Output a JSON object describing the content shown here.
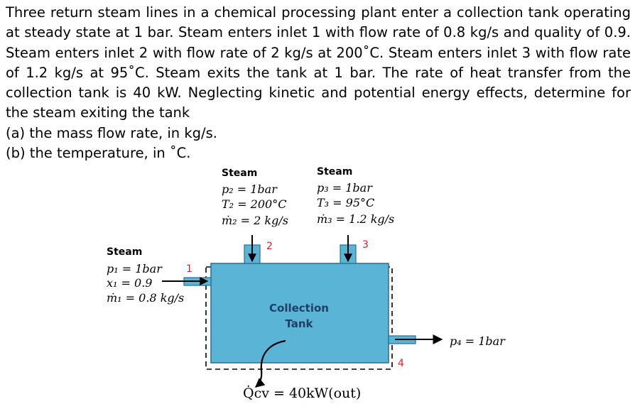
{
  "problem": {
    "statement": "Three return steam lines in a chemical processing plant enter a collection tank operating at steady state at 1 bar. Steam enters inlet 1 with flow rate of 0.8 kg/s and quality of 0.9. Steam enters inlet 2 with flow rate of 2 kg/s at 200˚C. Steam enters inlet 3 with flow rate of 1.2 kg/s at 95˚C. Steam exits the tank at 1 bar. The rate of heat transfer from the collection tank is 40 kW. Neglecting kinetic and potential energy effects, determine for the steam exiting the tank",
    "part_a": "(a) the mass flow rate, in kg/s.",
    "part_b": "(b) the temperature, in ˚C."
  },
  "figure": {
    "tank_label_line1": "Collection",
    "tank_label_line2": "Tank",
    "inlet1": {
      "title": "Steam",
      "number": "1",
      "p": "p₁ = 1bar",
      "x": "x₁ = 0.9",
      "m": "ṁ₁ = 0.8 kg/s"
    },
    "inlet2": {
      "title": "Steam",
      "number": "2",
      "p": "p₂ = 1bar",
      "T": "T₂ = 200°C",
      "m": "ṁ₂ = 2 kg/s"
    },
    "inlet3": {
      "title": "Steam",
      "number": "3",
      "p": "p₃ = 1bar",
      "T": "T₃ = 95°C",
      "m": "ṁ₃ = 1.2 kg/s"
    },
    "outlet4": {
      "number": "4",
      "p": "p₄ = 1bar"
    },
    "heat": "Q̇cv = 40kW(out)",
    "colors": {
      "tank_fill": "#5ab4d6",
      "tank_stroke": "#2a6f8e",
      "label_red": "#e02020"
    }
  }
}
